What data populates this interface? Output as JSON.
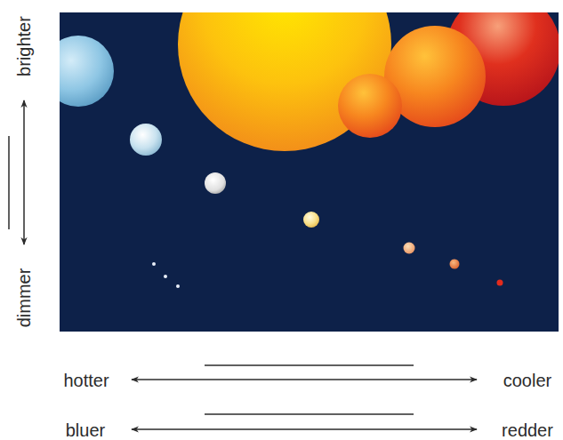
{
  "diagram": {
    "labels": [
      "brighter",
      "dimmer",
      "hotter",
      "cooler",
      "bluer",
      "redder"
    ]
  }
}
